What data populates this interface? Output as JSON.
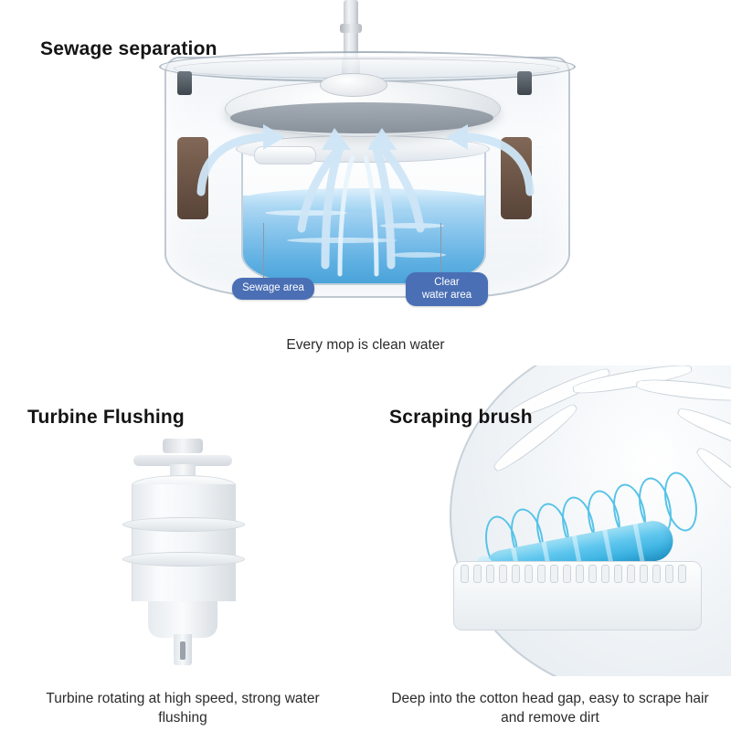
{
  "page": {
    "background": "#ffffff",
    "accent_blue": "#4a6fb5",
    "water_blue": "#5fb0e2",
    "brush_blue": "#37b0e0"
  },
  "sections": [
    {
      "id": "sewage-separation",
      "heading": "Sewage separation",
      "caption": "Every mop is clean water",
      "labels": [
        {
          "id": "sewage-area",
          "text": "Sewage area"
        },
        {
          "id": "clear-water-area",
          "text": "Clear\nwater area"
        }
      ]
    },
    {
      "id": "turbine-flushing",
      "heading": "Turbine Flushing",
      "caption": "Turbine rotating at high speed, strong water flushing"
    },
    {
      "id": "scraping-brush",
      "heading": "Scraping brush",
      "caption": "Deep into the cotton head gap, easy to scrape hair and remove dirt"
    }
  ]
}
